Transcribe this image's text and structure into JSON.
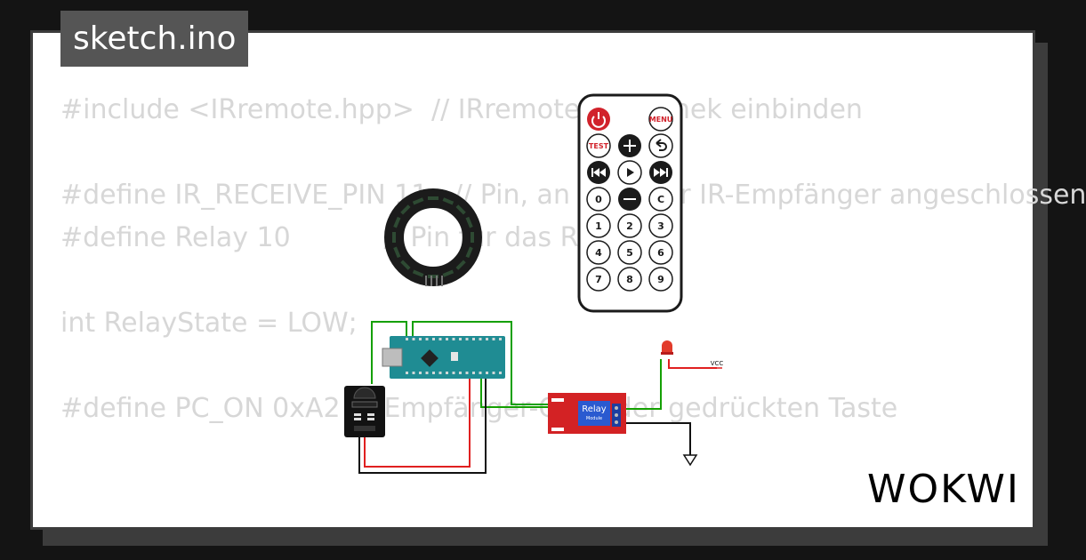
{
  "title": "sketch.ino",
  "code_lines": [
    "#include <IRremote.hpp>  // IRremote-Bibliothek einbinden",
    "",
    "#define IR_RECEIVE_PIN 11   // Pin, an dem der IR-Empfänger angeschlossen",
    "#define Relay 10           // Pin für das Relais",
    "",
    "int RelayState = LOW;",
    "",
    "#define PC_ON 0xA2  // Empfänger-Code der gedrückten Taste"
  ],
  "remote": {
    "power": "",
    "menu": "MENU",
    "test": "TEST",
    "row3": [
      "0",
      "—",
      "C"
    ],
    "row4": [
      "1",
      "2",
      "3"
    ],
    "row5": [
      "4",
      "5",
      "6"
    ],
    "row6": [
      "7",
      "8",
      "9"
    ]
  },
  "relay": {
    "label_top": "Relay",
    "label_bottom": "Module"
  },
  "vcc_label": "VCC",
  "logo": "WOKWI",
  "colors": {
    "wire_green": "#14a000",
    "wire_red": "#e02020",
    "wire_black": "#111111",
    "arduino": "#1f8c93",
    "relay": "#d32224",
    "remote_red": "#d1222b"
  }
}
